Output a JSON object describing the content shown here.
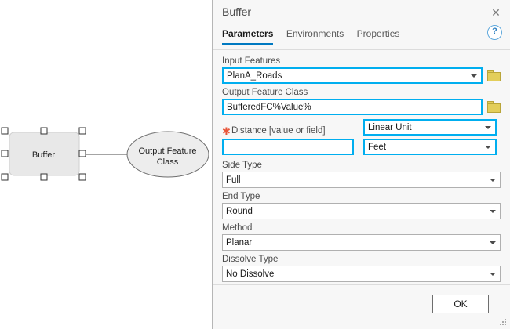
{
  "canvas": {
    "nodes": [
      {
        "id": "buffer",
        "label": "Buffer",
        "shape": "rounded-rect",
        "selected": true
      },
      {
        "id": "output",
        "label": "Output Feature\nClass",
        "shape": "ellipse",
        "selected": false
      }
    ],
    "connector": {
      "from": "buffer",
      "to": "output",
      "arrow": true
    }
  },
  "panel": {
    "title": "Buffer",
    "close_label": "✕",
    "help_label": "?",
    "tabs": [
      {
        "label": "Parameters",
        "active": true
      },
      {
        "label": "Environments",
        "active": false
      },
      {
        "label": "Properties",
        "active": false
      }
    ],
    "fields": [
      {
        "id": "input-features",
        "label": "Input Features",
        "value": "PlanA_Roads",
        "type": "combo",
        "highlighted": true,
        "browse": true,
        "required": false
      },
      {
        "id": "output-feature-class",
        "label": "Output Feature Class",
        "value": "BufferedFC%Value%",
        "type": "text",
        "highlighted": true,
        "browse": true,
        "required": false
      },
      {
        "id": "distance",
        "label": "Distance [value or field]",
        "value": "",
        "type": "text",
        "highlighted": true,
        "browse": false,
        "required": true,
        "unit_mode": {
          "value": "Linear Unit",
          "highlighted": true
        },
        "unit": {
          "value": "Feet",
          "highlighted": true
        }
      },
      {
        "id": "side-type",
        "label": "Side Type",
        "value": "Full",
        "type": "combo",
        "highlighted": false,
        "browse": false,
        "required": false
      },
      {
        "id": "end-type",
        "label": "End Type",
        "value": "Round",
        "type": "combo",
        "highlighted": false,
        "browse": false,
        "required": false
      },
      {
        "id": "method",
        "label": "Method",
        "value": "Planar",
        "type": "combo",
        "highlighted": false,
        "browse": false,
        "required": false
      },
      {
        "id": "dissolve-type",
        "label": "Dissolve Type",
        "value": "No Dissolve",
        "type": "combo",
        "highlighted": false,
        "browse": false,
        "required": false
      }
    ],
    "footer": {
      "ok_label": "OK"
    }
  },
  "colors": {
    "highlight": "#00aeef",
    "tab_accent": "#0079c1",
    "required": "#e8553a",
    "folder": "#e3ce5a",
    "node_fill": "#e8e8e8",
    "panel_bg": "#f7f7f7"
  }
}
